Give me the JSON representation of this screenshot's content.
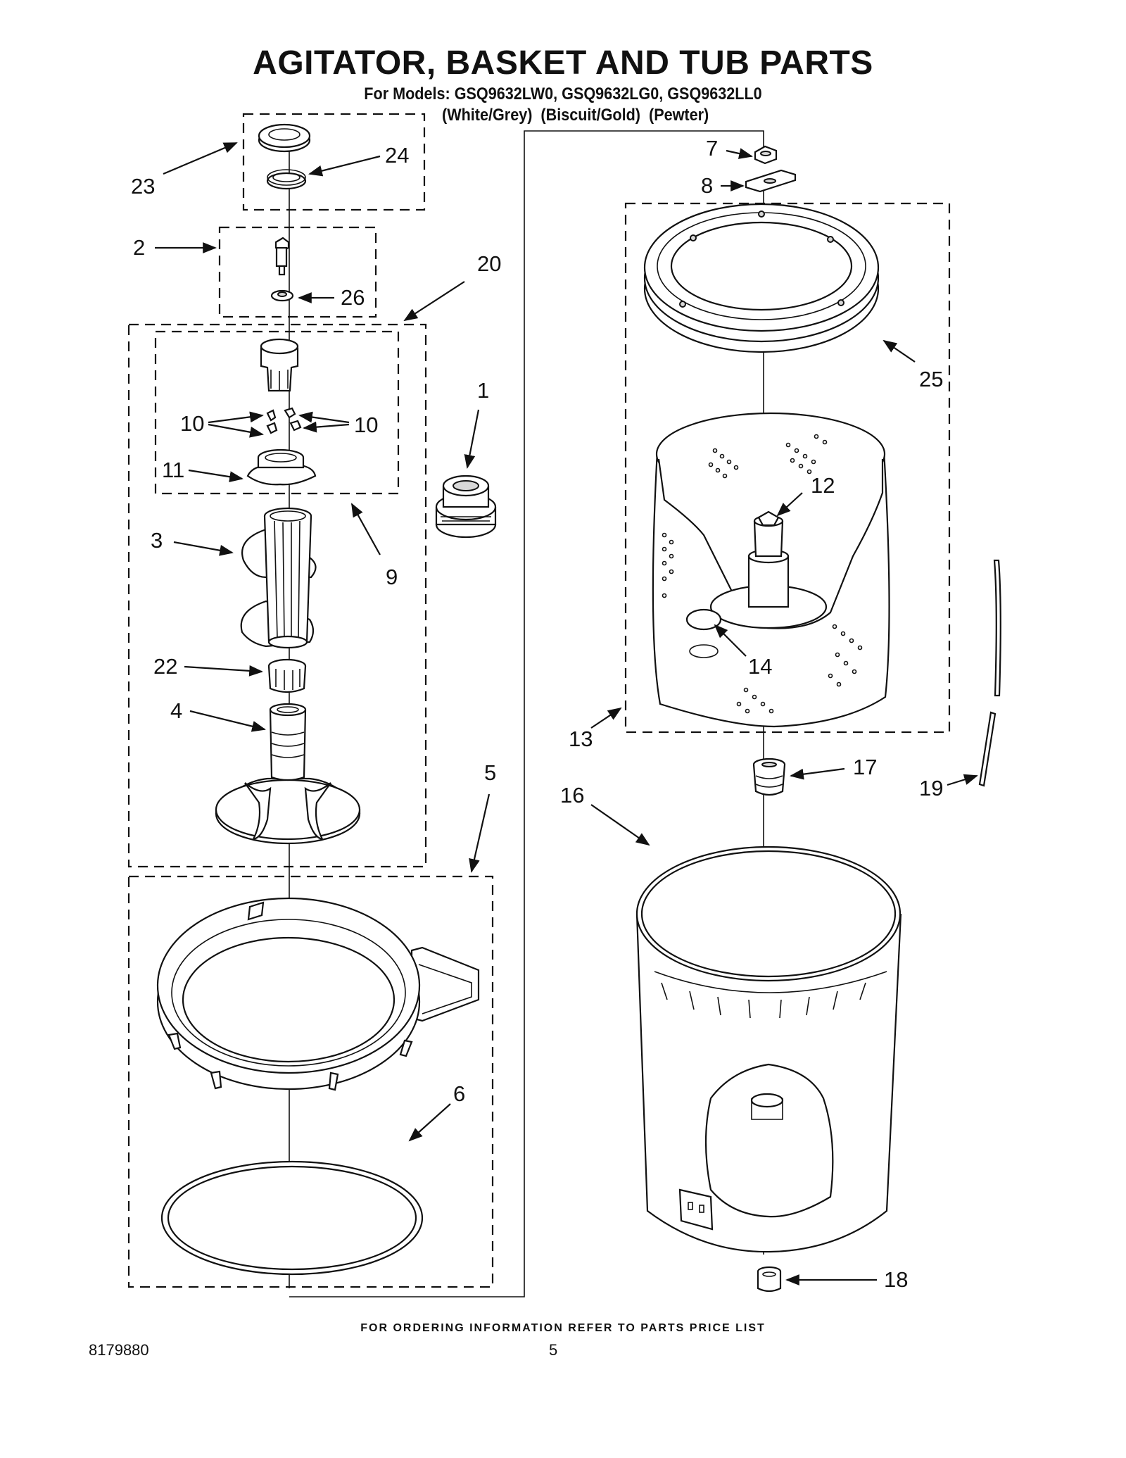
{
  "header": {
    "title": "AGITATOR, BASKET AND TUB PARTS",
    "models_line": "For Models: GSQ9632LW0, GSQ9632LG0, GSQ9632LL0",
    "colors_line": "(White/Grey)  (Biscuit/Gold)  (Pewter)"
  },
  "callouts": {
    "c1": "1",
    "c2": "2",
    "c3": "3",
    "c4": "4",
    "c5": "5",
    "c6": "6",
    "c7": "7",
    "c8": "8",
    "c9": "9",
    "c10a": "10",
    "c10b": "10",
    "c11": "11",
    "c12": "12",
    "c13": "13",
    "c14": "14",
    "c16": "16",
    "c17": "17",
    "c18": "18",
    "c19": "19",
    "c20": "20",
    "c22": "22",
    "c23": "23",
    "c24": "24",
    "c25": "25",
    "c26": "26"
  },
  "footer": {
    "note": "FOR ORDERING INFORMATION REFER TO PARTS PRICE LIST",
    "doc_number": "8179880",
    "page_number": "5"
  }
}
